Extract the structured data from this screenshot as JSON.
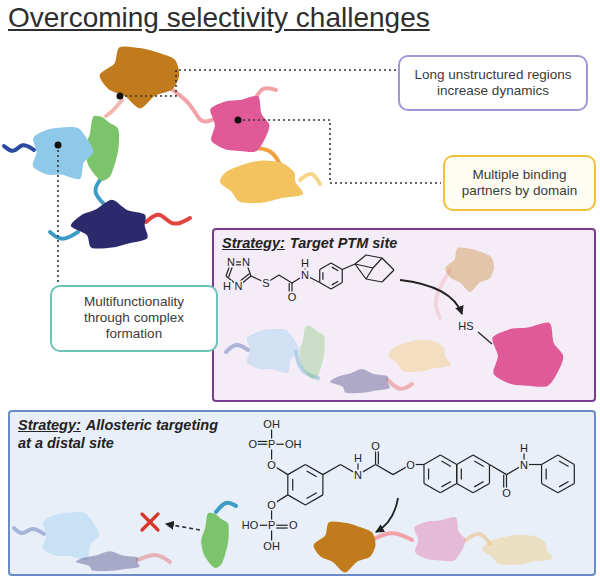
{
  "diagram": {
    "title": "Overcoming selectivity challenges",
    "nodes": [
      {
        "text": [
          "Long unstructured regions increase dynamics"
        ]
      },
      {
        "text": [
          "Multiple binding partners by domain"
        ]
      },
      {
        "text": [
          "Strategy:",
          "Target PTM site"
        ]
      },
      {
        "text": [
          "Multifunctionality through complex formation"
        ]
      },
      {
        "text": [
          "Strategy:",
          "Allosteric targeting at a distal site"
        ]
      }
    ],
    "labels": [
      "N",
      "N",
      "N",
      "H",
      "S",
      "O",
      "N",
      "H",
      "HS",
      "OH",
      "O",
      "P",
      "OH",
      "O",
      "O",
      "HO",
      "P",
      "O",
      "OH",
      "N",
      "H",
      "O",
      "O",
      "O",
      "N",
      "H"
    ]
  }
}
